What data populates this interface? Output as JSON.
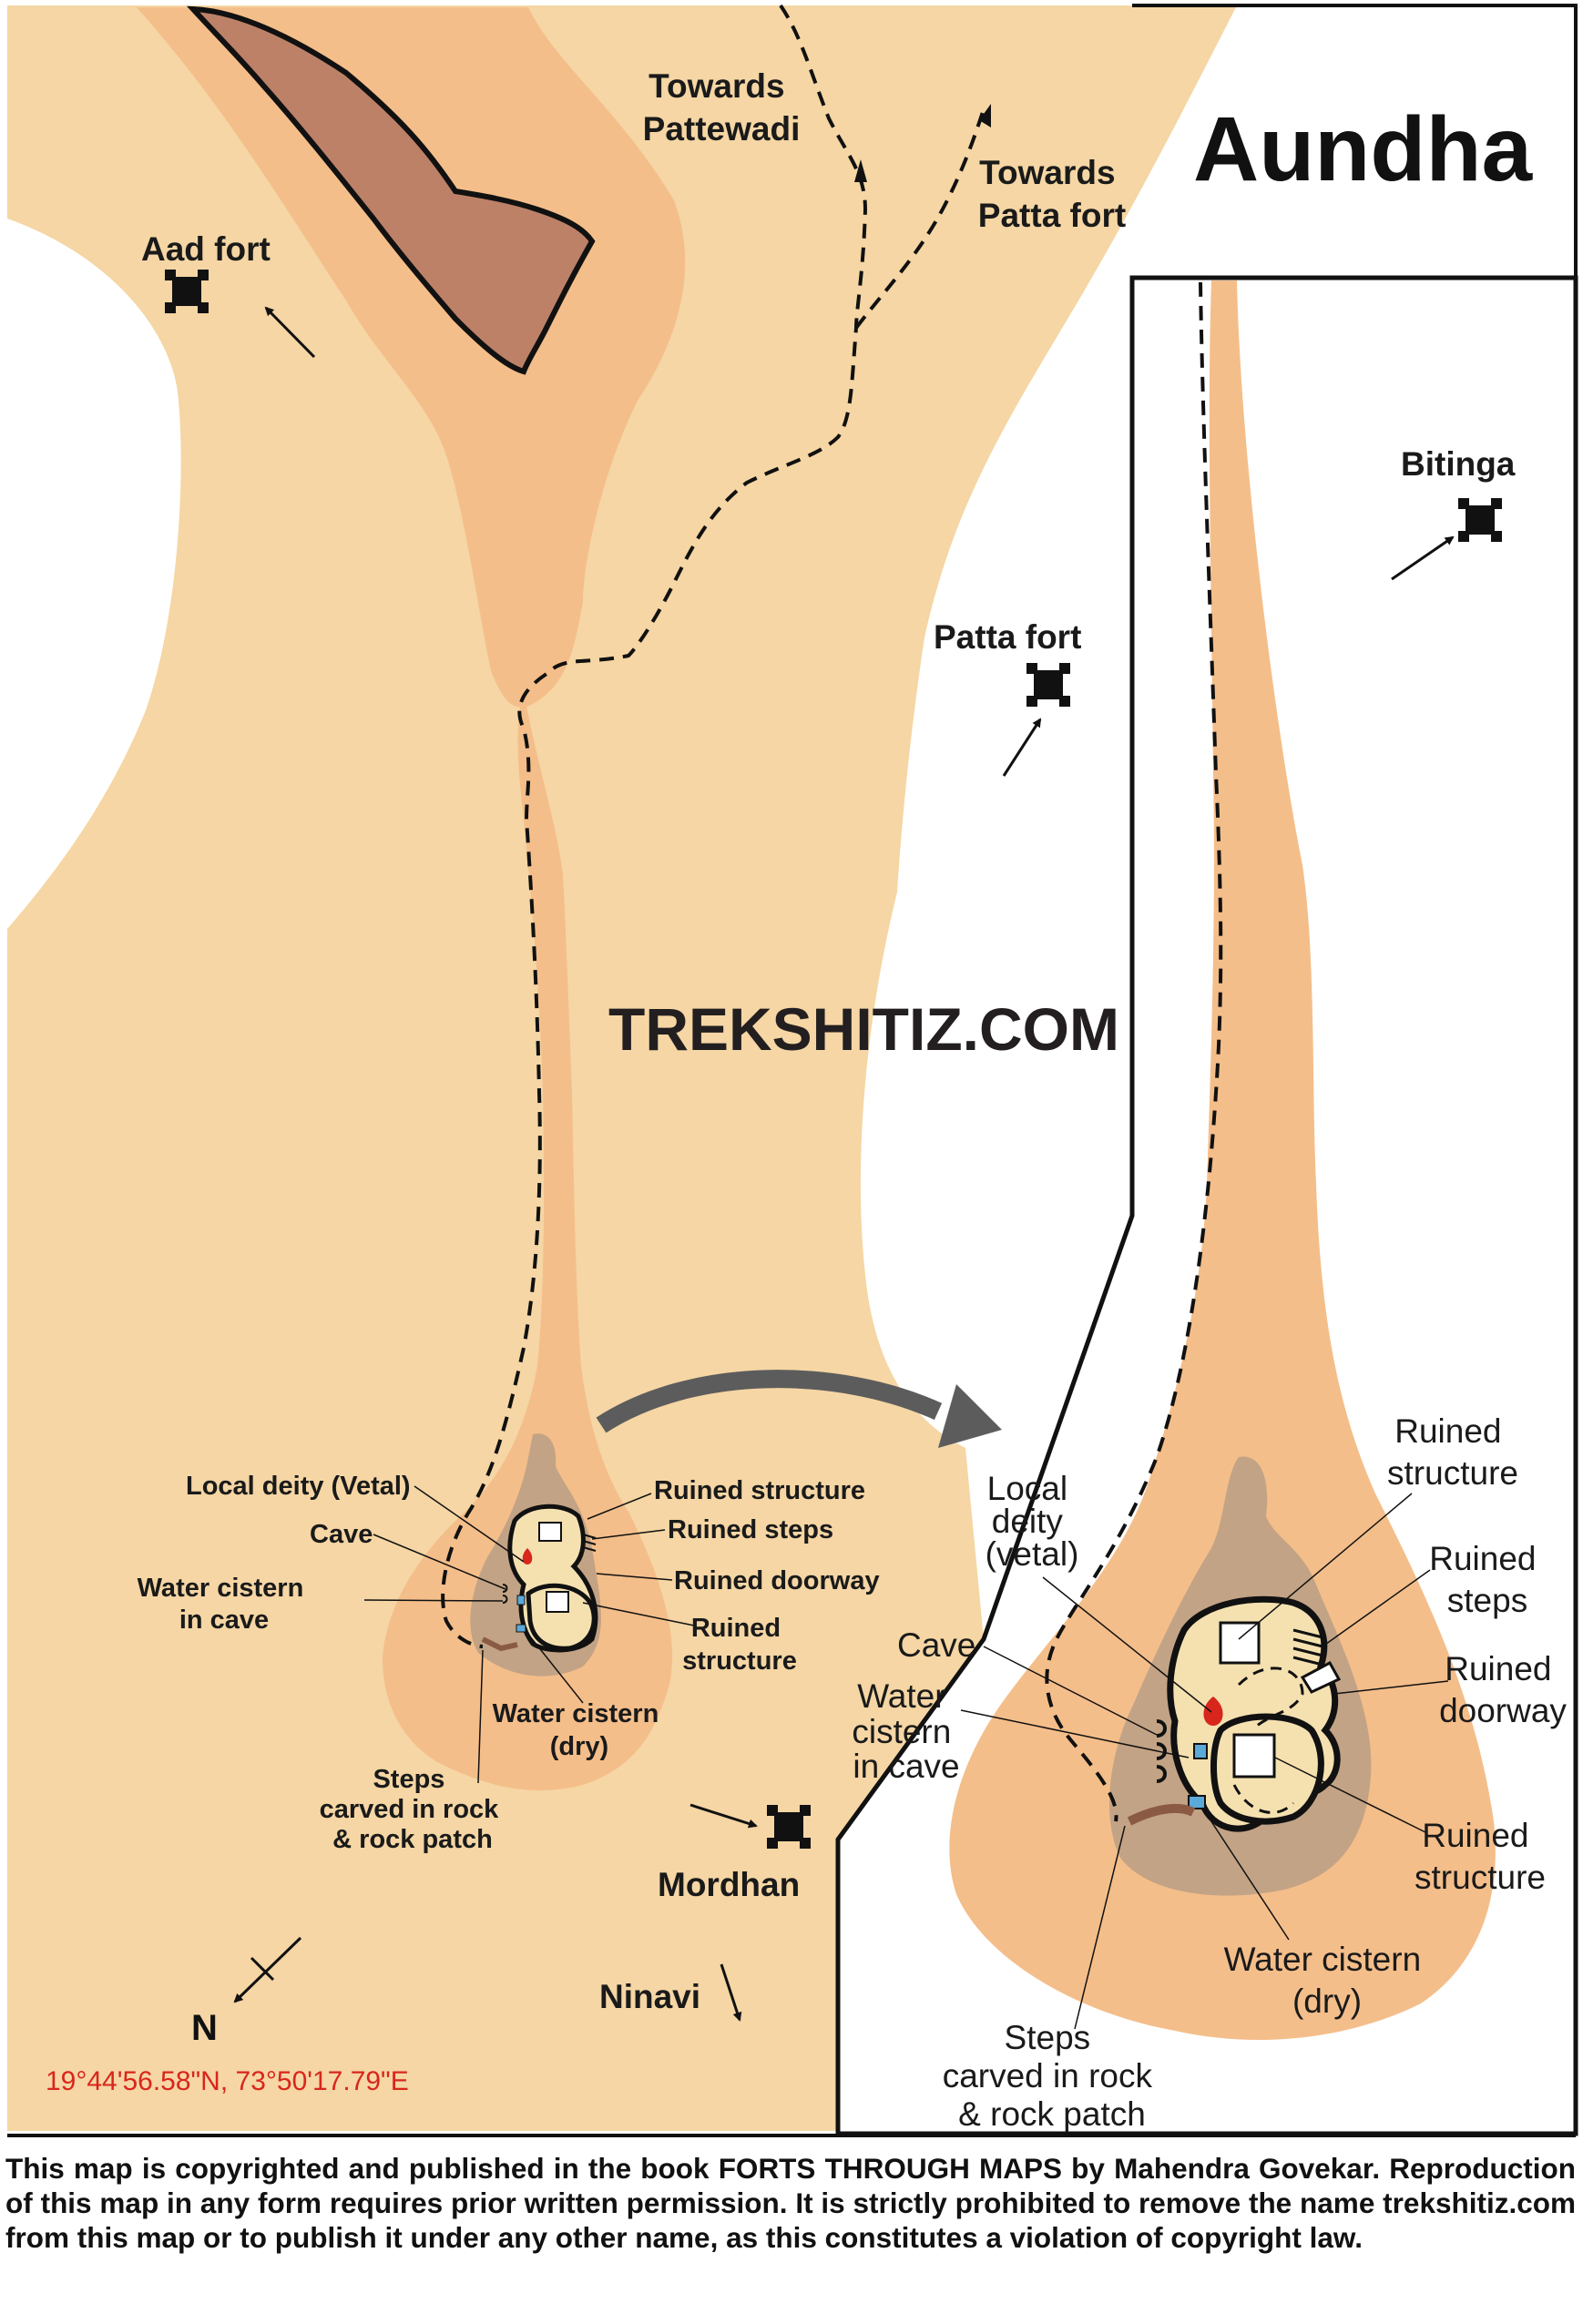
{
  "map": {
    "title": "Aundha",
    "brand": "TREKSHITIZ.COM",
    "coordinates": "19°44'56.58\"N, 73°50'17.79\"E",
    "north_label": "N",
    "colors": {
      "plateau": "#f5d6a4",
      "ridge": "#f4be8a",
      "summit": "#bd8168",
      "fort_rock": "#c3a385",
      "fort_top": "#f5e1b0",
      "water": "#5aa9d8",
      "deity": "#d8261c",
      "coords_text": "#d9261c"
    },
    "places": {
      "aad_fort": "Aad fort",
      "patta_fort": "Patta fort",
      "bitinga": "Bitinga",
      "mordhan": "Mordhan",
      "ninavi": "Ninavi"
    },
    "routes": {
      "towards_pattewadi": [
        "Towards",
        "Pattewadi"
      ],
      "towards_patta_fort": [
        "Towards",
        "Patta fort"
      ]
    },
    "fort_labels": {
      "deity": "Local deity (Vetal)",
      "cave": "Cave",
      "cistern_cave": [
        "Water cistern",
        "in cave"
      ],
      "ruined_structure_1": "Ruined structure",
      "ruined_steps": "Ruined steps",
      "ruined_doorway": "Ruined doorway",
      "ruined_structure_2": [
        "Ruined",
        "structure"
      ],
      "cistern_dry": [
        "Water cistern",
        "(dry)"
      ],
      "steps_rock": [
        "Steps",
        "carved in rock",
        "& rock patch"
      ]
    },
    "inset_labels": {
      "deity": [
        "Local",
        "deity",
        "(vetal)"
      ],
      "ruined_structure_1": [
        "Ruined",
        "structure"
      ],
      "ruined_steps": [
        "Ruined",
        "steps"
      ],
      "ruined_doorway": [
        "Ruined",
        "doorway"
      ],
      "cave": "Cave",
      "cistern_cave": [
        "Water",
        "cistern",
        "in cave"
      ],
      "ruined_structure_2": [
        "Ruined",
        "structure"
      ],
      "cistern_dry": [
        "Water cistern",
        "(dry)"
      ],
      "steps_rock": [
        "Steps",
        "carved in rock",
        "& rock patch"
      ]
    },
    "icons": [
      "fort-icon",
      "direction-arrow-icon",
      "north-arrow-icon",
      "deity-icon",
      "water-cistern-icon",
      "ruined-structure-icon"
    ]
  },
  "footer": {
    "copyright": "This map is copyrighted and published in the book FORTS THROUGH MAPS by Mahendra Govekar. Reproduction of this map in any form requires prior written permission. It is strictly prohibited to remove the name trekshitiz.com from this map or to publish it under any other name, as this constitutes a violation of copyright law."
  }
}
